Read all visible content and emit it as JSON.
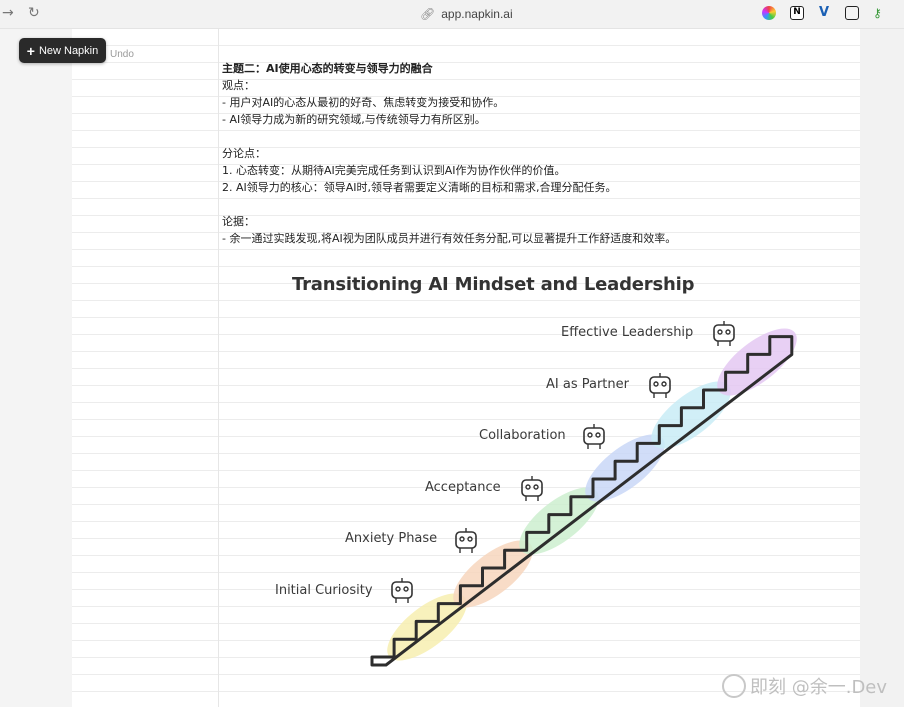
{
  "browser": {
    "url": "app.napkin.ai"
  },
  "toolbar": {
    "new_napkin_label": "New Napkin",
    "undo_label": "Undo"
  },
  "document": {
    "title": "主题二：AI使用心态的转变与领导力的融合",
    "lines": [
      "观点：",
      "- 用户对AI的心态从最初的好奇、焦虑转变为接受和协作。",
      "- AI领导力成为新的研究领域,与传统领导力有所区别。",
      "",
      "分论点：",
      "1. 心态转变：从期待AI完美完成任务到认识到AI作为协作伙伴的价值。",
      "2. AI领导力的核心：领导AI时,领导者需要定义清晰的目标和需求,合理分配任务。",
      "",
      "论据：",
      "- 余一通过实践发现,将AI视为团队成员并进行有效任务分配,可以显著提升工作舒适度和效率。"
    ]
  },
  "diagram": {
    "title": "Transitioning AI Mindset and Leadership",
    "steps": [
      {
        "label": "Initial Curiosity",
        "icon": "robot-tools-icon",
        "color": "#f7efb0"
      },
      {
        "label": "Anxiety Phase",
        "icon": "head-gears-icon",
        "color": "#f7d6bd"
      },
      {
        "label": "Acceptance",
        "icon": "handshake-icon",
        "color": "#cdeecf"
      },
      {
        "label": "Collaboration",
        "icon": "hands-gear-icon",
        "color": "#c9d7f7"
      },
      {
        "label": "AI as Partner",
        "icon": "robot-icon",
        "color": "#c9ecf6"
      },
      {
        "label": "Effective Leadership",
        "icon": "steering-icon",
        "color": "#e4c8f2"
      }
    ]
  },
  "watermark": {
    "text": "即刻 @余一.Dev"
  }
}
